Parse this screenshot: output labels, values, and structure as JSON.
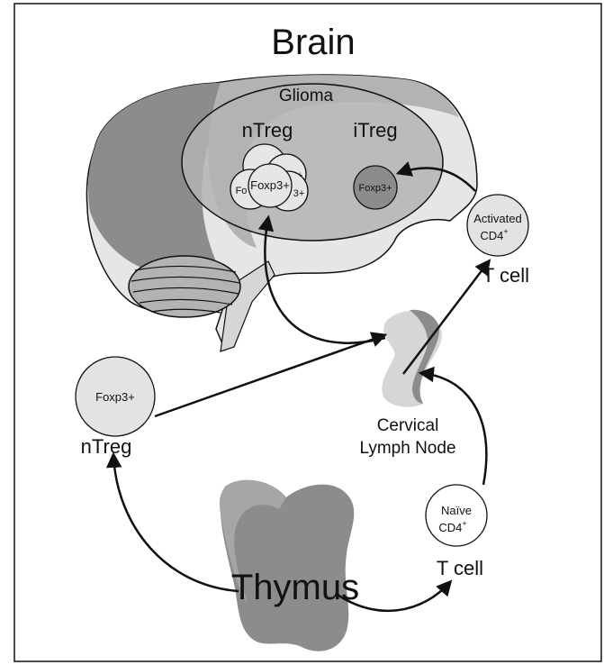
{
  "title": "Brain",
  "glioma": {
    "label": "Glioma",
    "ntreg_label": "nTreg",
    "itreg_label": "iTreg",
    "ntreg_cells": [
      "Fo",
      "3+",
      "3+",
      "Foxp3+"
    ],
    "itreg_cell": "Foxp3+"
  },
  "activated_cell": {
    "line1": "Activated",
    "line2": "CD4",
    "superscript": "+",
    "caption": "T cell"
  },
  "lymph_node": {
    "line1": "Cervical",
    "line2": "Lymph Node"
  },
  "peripheral_ntreg": {
    "cell_label": "Foxp3+",
    "caption": "nTreg"
  },
  "naive_cell": {
    "line1": "Naïve",
    "line2": "CD4",
    "superscript": "+",
    "caption": "T cell"
  },
  "thymus": {
    "label": "Thymus"
  },
  "colors": {
    "dark_gray": "#8c8c8c",
    "mid_gray": "#b3b3b3",
    "light_gray": "#d6d6d6",
    "pale_gray": "#e6e6e6",
    "cell_fill": "#e3e3e3",
    "stroke": "#111111"
  }
}
